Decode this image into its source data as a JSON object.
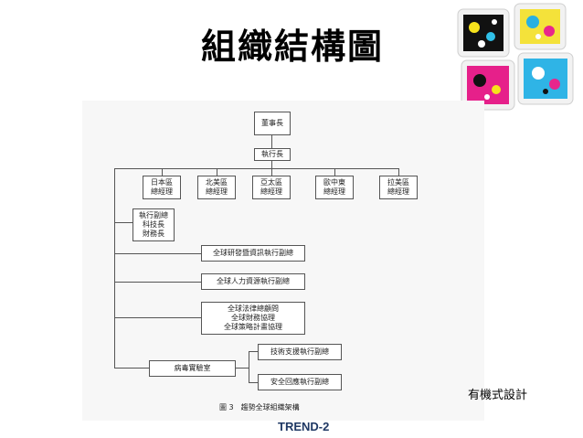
{
  "slide": {
    "title": "組織結構圖",
    "designer": "有機式設計",
    "footer": "TREND-2"
  },
  "org": {
    "chairman": "董事長",
    "ceo": "執行長",
    "regions": [
      {
        "line1": "日本區",
        "line2": "總經理"
      },
      {
        "line1": "北美區",
        "line2": "總經理"
      },
      {
        "line1": "亞太區",
        "line2": "總經理"
      },
      {
        "line1": "歐中東",
        "line2": "總經理"
      },
      {
        "line1": "拉美區",
        "line2": "總經理"
      }
    ],
    "exec_group": {
      "line1": "執行副總",
      "line2": "科技長",
      "line3": "財務長"
    },
    "rd_vp": "全球研發暨資訊執行副總",
    "hr_vp": "全球人力資源執行副總",
    "legal_group": {
      "line1": "全球法律總顧問",
      "line2": "全球財務協理",
      "line3": "全球策略計畫協理"
    },
    "virus_lab": "病毒實驗室",
    "tech_support_vp": "技術支援執行副總",
    "security_response_vp": "安全回應執行副總",
    "caption": "圖 3　趨勢全球組織架構"
  }
}
